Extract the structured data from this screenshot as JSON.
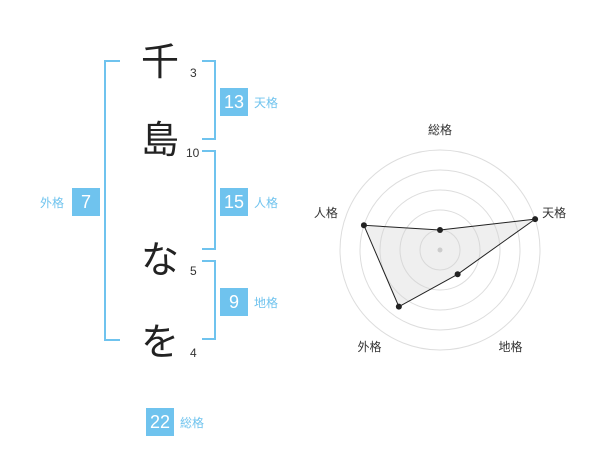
{
  "name_chars": [
    {
      "char": "千",
      "strokes": "3"
    },
    {
      "char": "島",
      "strokes": "10"
    },
    {
      "char": "な",
      "strokes": "5"
    },
    {
      "char": "を",
      "strokes": "4"
    }
  ],
  "fortune": {
    "tenkaku": {
      "label": "天格",
      "value": "13"
    },
    "jinkaku": {
      "label": "人格",
      "value": "15"
    },
    "chikaku": {
      "label": "地格",
      "value": "9"
    },
    "gaikaku": {
      "label": "外格",
      "value": "7"
    },
    "soukaku": {
      "label": "総格",
      "value": "22"
    }
  },
  "radar": {
    "axes": [
      "総格",
      "天格",
      "地格",
      "外格",
      "人格"
    ],
    "levels": 5,
    "values": [
      1,
      5,
      1.5,
      3.5,
      4
    ]
  }
}
